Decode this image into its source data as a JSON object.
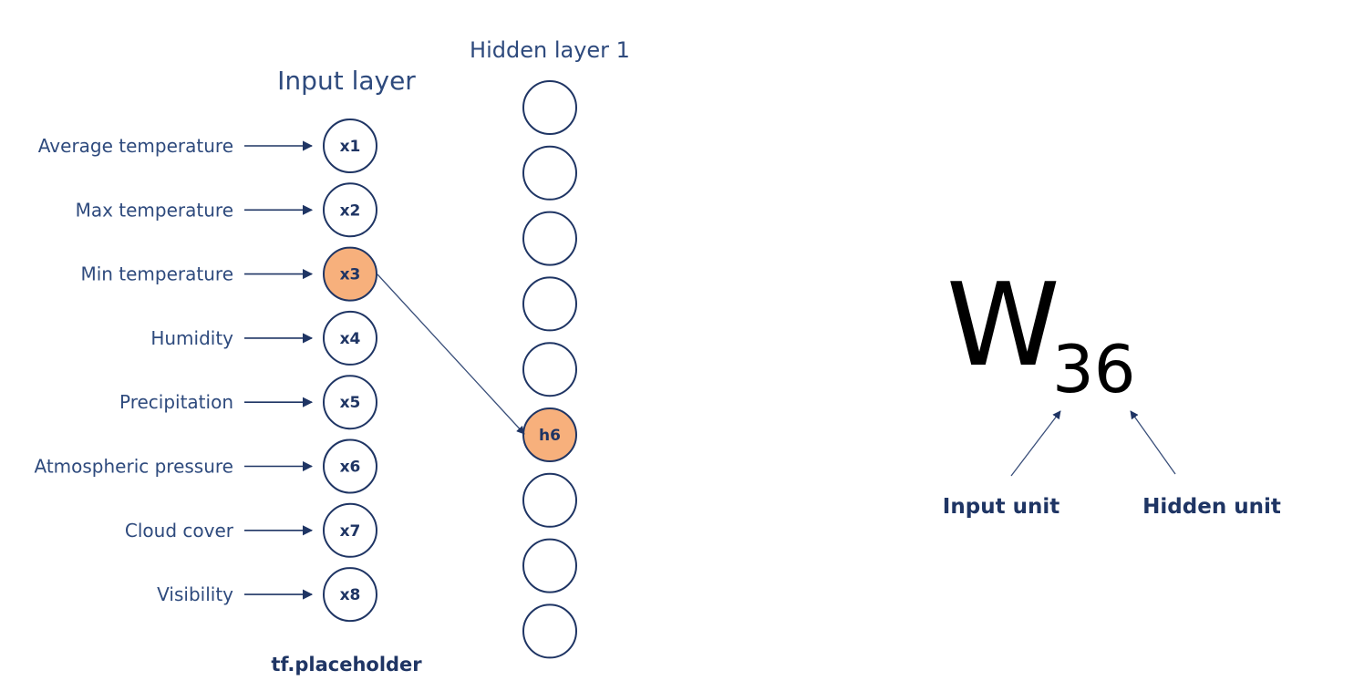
{
  "input_layer": {
    "title": "Input layer",
    "footer": "tf.placeholder",
    "features": [
      {
        "label": "Average temperature",
        "node": "x1"
      },
      {
        "label": "Max temperature",
        "node": "x2"
      },
      {
        "label": "Min temperature",
        "node": "x3"
      },
      {
        "label": "Humidity",
        "node": "x4"
      },
      {
        "label": "Precipitation",
        "node": "x5"
      },
      {
        "label": "Atmospheric pressure",
        "node": "x6"
      },
      {
        "label": "Cloud cover",
        "node": "x7"
      },
      {
        "label": "Visibility",
        "node": "x8"
      }
    ],
    "highlighted_node": "x3"
  },
  "hidden_layer": {
    "title": "Hidden layer 1",
    "nodes": [
      "",
      "",
      "",
      "",
      "",
      "h6",
      "",
      "",
      ""
    ],
    "highlighted_node": "h6"
  },
  "weight": {
    "symbol": "W",
    "subscript": "36",
    "input_label": "Input unit",
    "hidden_label": "Hidden unit"
  },
  "colors": {
    "text": "#2e4a7d",
    "stroke": "#1f3564",
    "highlight": "#f7b07c",
    "symbol": "#000000"
  }
}
